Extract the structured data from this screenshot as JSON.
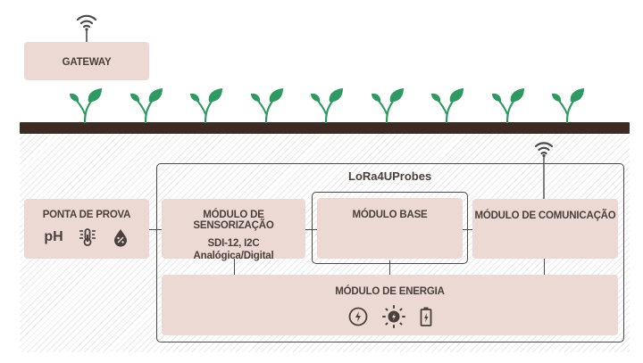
{
  "gateway": {
    "label": "GATEWAY",
    "icon": "wifi-icon"
  },
  "plants": {
    "count": 9,
    "color": "#2e9960"
  },
  "system": {
    "title": "LoRa4UProbes"
  },
  "probe": {
    "title": "PONTA DE PROVA",
    "ph_label": "pH",
    "icons": [
      "ph-label",
      "thermometer-icon",
      "humidity-drop-icon"
    ]
  },
  "sensing": {
    "title": "MÓDULO DE SENSORIZAÇÃO",
    "line1": "SDI-12, I2C",
    "line2": "Analógica/Digital"
  },
  "base": {
    "title": "MÓDULO BASE"
  },
  "comm": {
    "title": "MÓDULO DE COMUNICAÇÃO",
    "icon": "wifi-icon"
  },
  "energy": {
    "title": "MÓDULO DE ENERGIA",
    "icons": [
      "power-icon",
      "solar-icon",
      "battery-icon"
    ]
  },
  "colors": {
    "box": "#ecd9d3",
    "soil": "#3d2a22",
    "plant": "#2e9960",
    "text": "#4a3f3c"
  }
}
